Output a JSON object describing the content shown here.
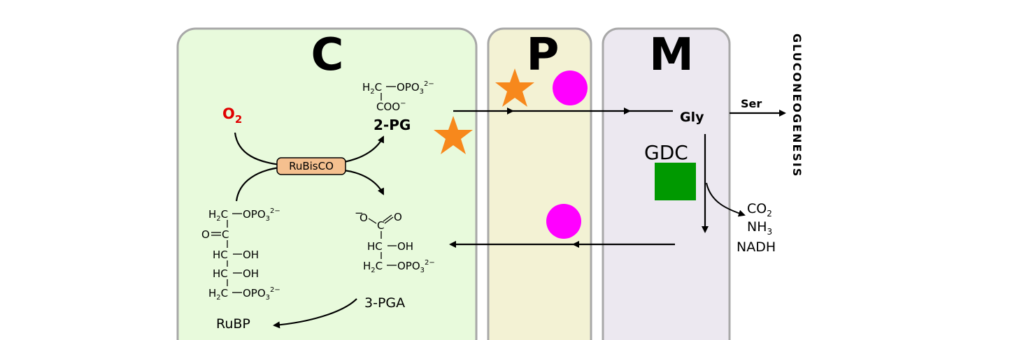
{
  "compartments": {
    "c": {
      "label": "C",
      "color": "#e8fadc"
    },
    "p": {
      "label": "P",
      "color": "#f3f2d4"
    },
    "m": {
      "label": "M",
      "color": "#ece8f0"
    }
  },
  "labels": {
    "o2_main": "O",
    "o2_sub": "2",
    "enzyme": "RuBisCO",
    "pg2": "2-PG",
    "pga3": "3-PGA",
    "rubp": "RuBP",
    "gly": "Gly",
    "ser": "Ser",
    "gdc": "GDC",
    "co2_main": "CO",
    "co2_sub": "2",
    "nh3_main": "NH",
    "nh3_sub": "3",
    "nadh": "NADH",
    "side_text": "GLUCONEOGENESIS"
  },
  "chem": {
    "pg2_line1_a": "H",
    "pg2_line1_b": "2",
    "pg2_line1_c": "C",
    "pg2_line1_d": "OPO",
    "pg2_line1_e": "3",
    "pg2_line1_f": "2−",
    "pg2_line2": "COO",
    "pg2_line2_sup": "−",
    "rubp_r1_a": "H",
    "rubp_r1_b": "2",
    "rubp_r1_c": "C",
    "rubp_r1_d": "OPO",
    "rubp_r1_e": "3",
    "rubp_r1_f": "2−",
    "rubp_r2": "O",
    "rubp_r2_c": "C",
    "rubp_r3": "HC",
    "rubp_r3_oh": "OH",
    "rubp_r4": "HC",
    "rubp_r4_oh": "OH",
    "rubp_r5_a": "H",
    "rubp_r5_b": "2",
    "rubp_r5_c": "C",
    "rubp_r5_d": "OPO",
    "rubp_r5_e": "3",
    "rubp_r5_f": "2−",
    "pga_r1_minus": "−",
    "pga_r1_o": "O",
    "pga_r1_c": "C",
    "pga_r1_o2": "O",
    "pga_r2": "HC",
    "pga_r2_oh": "OH",
    "pga_r3_a": "H",
    "pga_r3_b": "2",
    "pga_r3_c": "C",
    "pga_r3_d": "OPO",
    "pga_r3_e": "3",
    "pga_r3_f": "2−"
  },
  "colors": {
    "o2": "#e00000",
    "enzyme_fill": "#f5c08f",
    "star": "#f7881c",
    "circle": "#ff00ff",
    "square": "#009900",
    "border": "#a8a8a8"
  }
}
